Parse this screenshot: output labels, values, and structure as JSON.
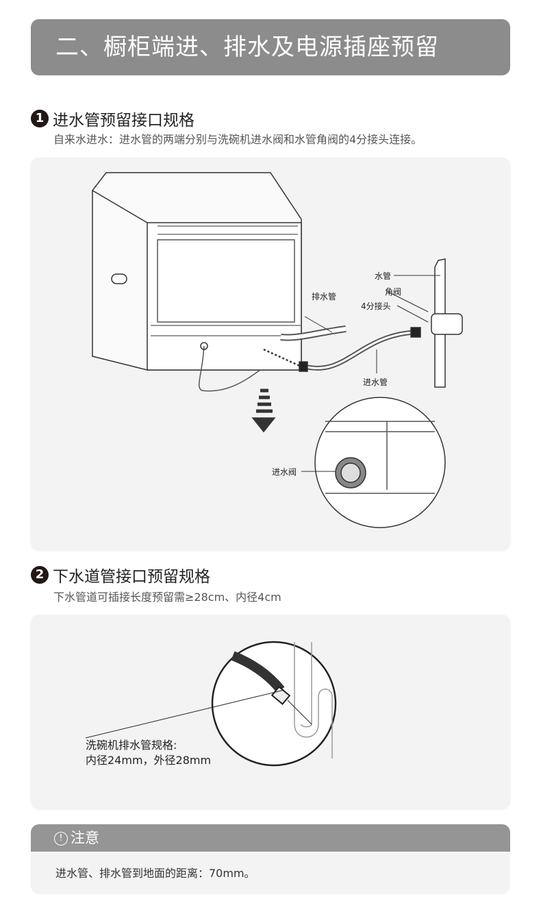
{
  "header": {
    "title": "二、橱柜端进、排水及电源插座预留"
  },
  "section1": {
    "number": "1",
    "title": "进水管预留接口规格",
    "description": "自来水进水：进水管的两端分别与洗碗机进水阀和水管角阀的4分接头连接。",
    "labels": {
      "water_pipe": "水管",
      "angle_valve": "角阀",
      "connector": "4分接头",
      "drain_hose": "排水管",
      "inlet_hose": "进水管",
      "inlet_valve": "进水阀"
    }
  },
  "section2": {
    "number": "2",
    "title": "下水道管接口预留规格",
    "description": "下水管道可插接长度预留需≥28cm、内径4cm",
    "spec_title": "洗碗机排水管规格:",
    "spec_value": "内径24mm，外径28mm"
  },
  "notice": {
    "icon": "exclamation-circle-icon",
    "title": "注意",
    "text": "进水管、排水管到地面的距离：70mm。"
  }
}
